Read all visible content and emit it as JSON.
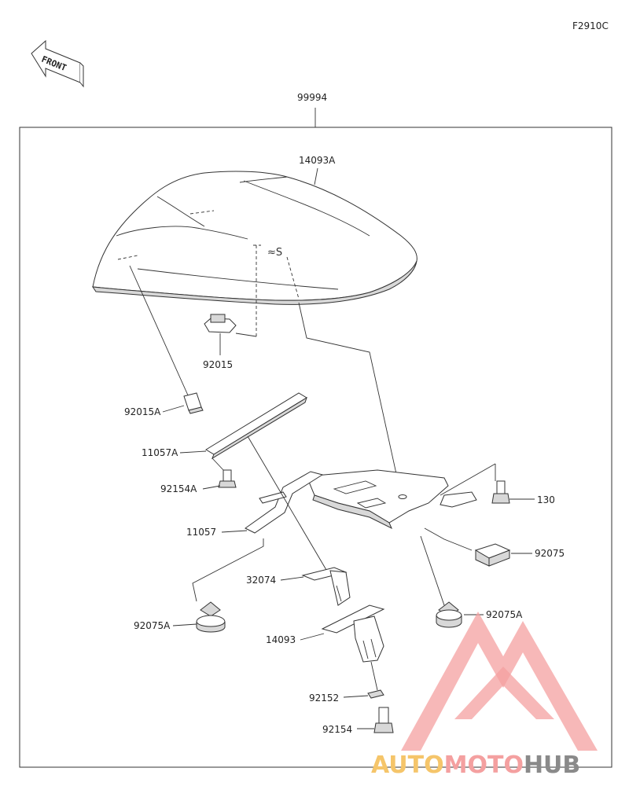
{
  "figure_code": "F2910C",
  "front_label": "FRONT",
  "assembly_label": "99994",
  "part_labels": {
    "p14093A": "14093A",
    "p92015": "92015",
    "p92015A": "92015A",
    "p11057A": "11057A",
    "p92154A": "92154A",
    "p11057": "11057",
    "p130": "130",
    "p92075": "92075",
    "p32074": "32074",
    "p92075A_left": "92075A",
    "p92075A_right": "92075A",
    "p14093": "14093",
    "p92152": "92152",
    "p92154": "92154"
  },
  "watermark": {
    "part1": "AUTO",
    "part2": "MOTO",
    "part3": "HUB",
    "color_primary": "#f4a0a0",
    "color_secondary": "#f5c56a",
    "color_tertiary": "#8a8a8a"
  }
}
